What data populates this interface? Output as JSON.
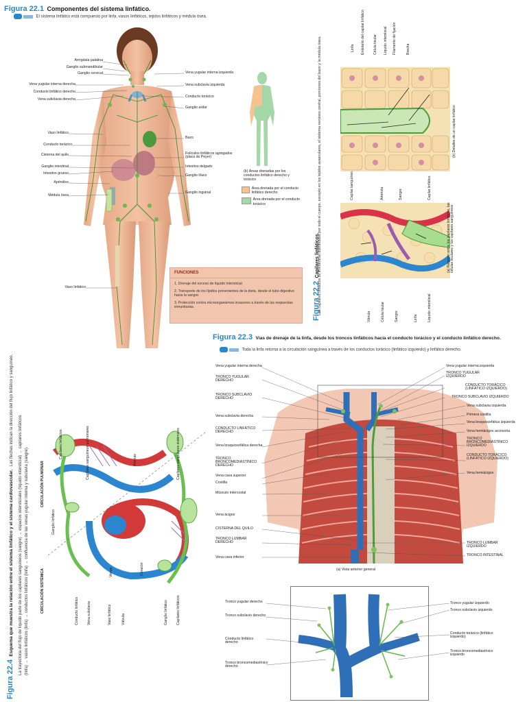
{
  "fig221": {
    "number": "Figura 22.1",
    "title": "Componentes del sistema linfático.",
    "caption": "El sistema linfático está compuesto por linfa, vasos linfáticos, tejidos linfáticos y médula ósea.",
    "labels_left": [
      "Amígdala palatina",
      "Ganglio submandibular",
      "Ganglio cervical",
      "Vena yugular interna derecha",
      "Conducto linfático derecho",
      "Vena subclavia derecha",
      "Vaso linfático",
      "Conducto torácico",
      "Cisterna del quilo",
      "Ganglio intestinal",
      "Intestino grueso",
      "Apéndice",
      "Médula ósea",
      "Vaso linfático"
    ],
    "labels_right": [
      "Vena yugular interna izquierda",
      "Vena subclavia izquierda",
      "Conducto torácico",
      "Ganglio axilar",
      "Bazo",
      "Folículos linfáticos agregados (placa de Peyer)",
      "Intestino delgado",
      "Ganglio ilíaco",
      "Ganglio inguinal"
    ],
    "panel_b_caption": "(b) Áreas drenadas por los conductos linfático derecho y torácico",
    "legend": [
      {
        "label": "Área drenada por el conducto linfático derecho",
        "color": "#f4c38f"
      },
      {
        "label": "Área drenada por el conducto torácico",
        "color": "#a5d8a9"
      }
    ],
    "functions": {
      "header": "FUNCIONES",
      "items": [
        "1. Drenaje del exceso de líquido intersticial.",
        "2. Transporte de los lípidos provenientes de la dieta, desde el tubo digestivo hacia la sangre.",
        "3. Protección contra microorganismos invasores a través de las respuestas inmunitarias."
      ]
    }
  },
  "fig222": {
    "number": "Figura 22.2",
    "title": "Capilares linfáticos.",
    "caption": "Los capilares linfáticos se encuentran distribuidos por todo el cuerpo, excepto en los tejidos avasculares, el sistema nervioso central, porciones del bazo y la médula ósea.",
    "top_labels": [
      "Linfa",
      "Endotelio del capilar linfático",
      "Célula tisular",
      "Líquido intersticial",
      "Filamento de fijación",
      "Brecha"
    ],
    "panel_b": "(b) Detalles de un capilar linfático",
    "mid_labels": [
      "Capilar sanguíneo",
      "Arteriola",
      "Sangre",
      "Capilar linfático"
    ],
    "bottom_labels": [
      "Vénula",
      "Célula tisular",
      "Sangre",
      "Linfa",
      "Líquido intersticial"
    ],
    "panel_a": "(a) Relación entre los capilares linfáticos, las células tisulares y los capilares sanguíneos"
  },
  "fig223": {
    "number": "Figura 22.3",
    "title": "Vías de drenaje de la linfa, desde los troncos linfáticos hacia el conducto torácico y el conducto linfático derecho.",
    "caption": "Toda la linfa retorna a la circulación sanguínea a través de los conductos torácico (linfático izquierdo) y linfático derecho.",
    "labels_left": [
      "Vena yugular interna derecha",
      "TRONCO YUGULAR DERECHO",
      "TRONCO SUBCLAVIO DERECHO",
      "Vena subclavia derecha",
      "CONDUCTO LINFÁTICO DERECHO",
      "Vena braquiocefálica derecha",
      "TRONCO BRONCOMEDIASTÍNICO DERECHO",
      "Vena cava superior",
      "Costilla",
      "Músculo intercostal",
      "Vena ácigos",
      "CISTERNA DEL QUILO",
      "TRONCO LUMBAR DERECHO",
      "Vena cava inferior"
    ],
    "labels_right": [
      "Vena yugular interna izquierda",
      "TRONCO YUGULAR IZQUIERDO",
      "CONDUCTO TORÁCICO (LINFÁTICO IZQUIERDO)",
      "TRONCO SUBCLAVIO IZQUIERDO",
      "Vena subclavia izquierda",
      "Primera costilla",
      "Vena braquiocefálica izquierda",
      "Vena hemiácigos accesoria",
      "TRONCO BRONCOMEDIASTÍNICO IZQUIERDO",
      "CONDUCTO TORÁCICO (LINFÁTICO IZQUIERDO)",
      "Vena hemiácigos",
      "TRONCO LUMBAR IZQUIERDO",
      "TRONCO INTESTINAL"
    ],
    "panel_a": "(a) Vista anterior general",
    "detail_left": [
      "Tronco yugular derecho",
      "Tronco subclavio derecho",
      "Conducto linfático derecho",
      "Tronco broncomediastínico derecho"
    ],
    "detail_right": [
      "Tronco yugular izquierdo",
      "Tronco subclavio izquierdo",
      "Conducto torácico (linfático izquierdo)",
      "Tronco broncomediastínico izquierdo"
    ]
  },
  "fig224": {
    "number": "Figura 22.4",
    "title": "Esquema que muestra la relación entre el sistema linfático y el sistema cardiovascular.",
    "title_tail": "Las flechas indican la dirección del flujo linfático y sanguíneo.",
    "caption1": "La trayectoria del flujo de líquido parte de los capilares sanguíneos (sangre) → espacios intersticiales (líquido intersticial) → capilares linfáticos",
    "caption2": "(linfa) → vasos linfáticos (linfa) → conductos linfáticos (linfa) → confluencia de las venas yugular interna y subclavia (sangre).",
    "labels": [
      "Capilares linfáticos",
      "Capilares sanguíneos pulmonares",
      "CIRCULACIÓN PULMONAR",
      "Arterias",
      "Capilares sanguíneos sistémicos",
      "Ganglio linfático",
      "Venas",
      "Corazón",
      "CIRCULACIÓN SISTÉMICA",
      "Conducto linfático",
      "Vena subclavia",
      "Vaso linfático",
      "Válvula",
      "Ganglio linfático",
      "Capilares linfáticos"
    ]
  }
}
